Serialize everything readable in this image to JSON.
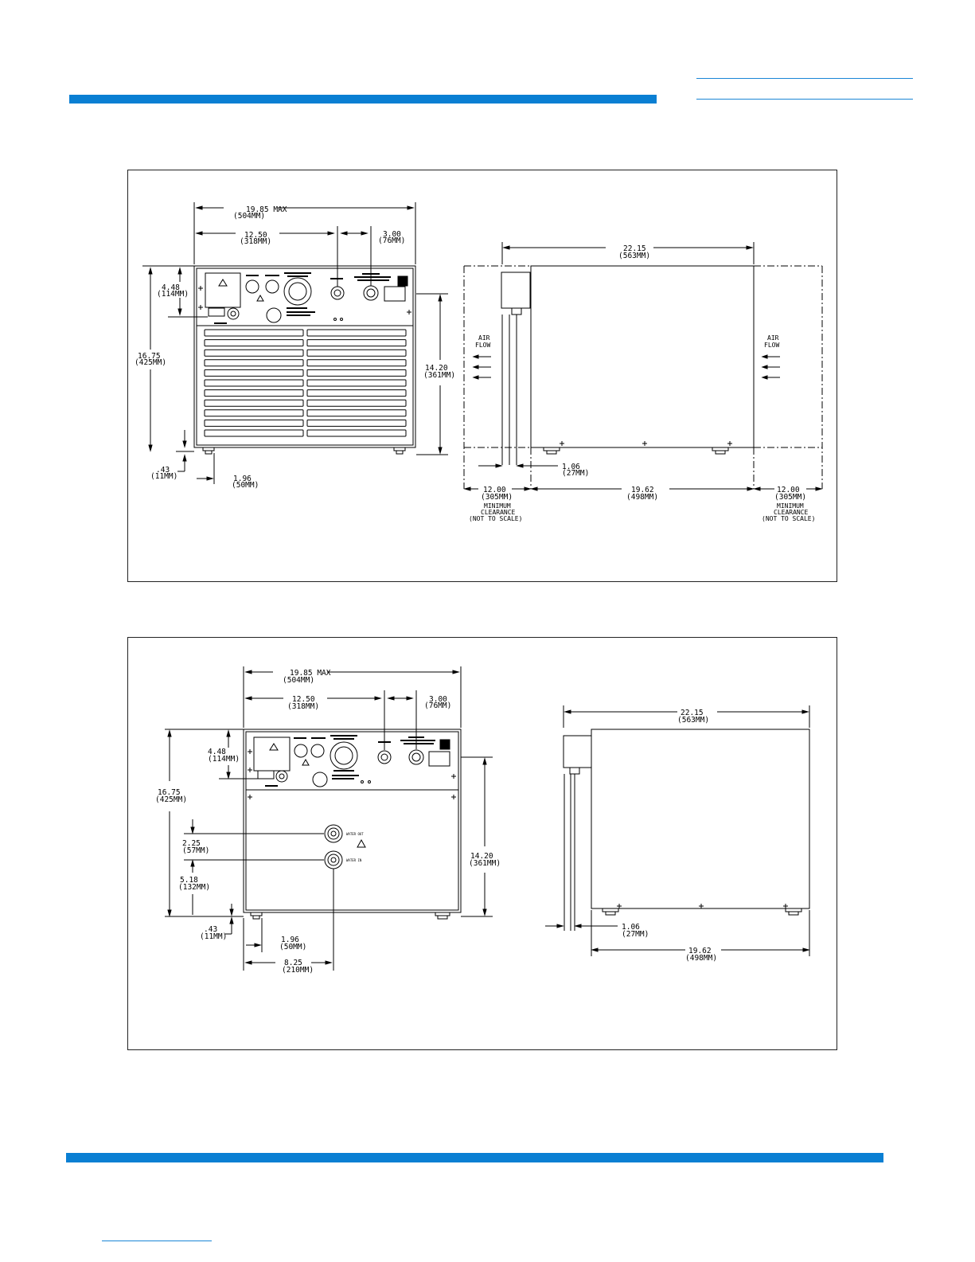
{
  "colors": {
    "accent": "#0a7fd3",
    "line": "#000000"
  },
  "fig1": {
    "front": {
      "width": "19.85 MAX",
      "width_mm": "(504MM)",
      "w2": "12.50",
      "w2_mm": "(318MM)",
      "w3": "3.00",
      "w3_mm": "(76MM)",
      "h1": "4.48",
      "h1_mm": "(114MM)",
      "h2": "16.75",
      "h2_mm": "(425MM)",
      "h3": "14.20",
      "h3_mm": "(361MM)",
      "foot": ".43",
      "foot_mm": "(11MM)",
      "edge": "1.96",
      "edge_mm": "(50MM)"
    },
    "side": {
      "len": "22.15",
      "len_mm": "(563MM)",
      "off": "1.06",
      "off_mm": "(27MM)",
      "body": "19.62",
      "body_mm": "(498MM)",
      "clear": "12.00",
      "clear_mm": "(305MM)",
      "clear_label": [
        "MINIMUM",
        "CLEARANCE",
        "(NOT TO SCALE)"
      ],
      "air": [
        "AIR",
        "FLOW"
      ]
    }
  },
  "fig2": {
    "front": {
      "width": "19.85 MAX",
      "width_mm": "(504MM)",
      "w2": "12.50",
      "w2_mm": "(318MM)",
      "w3": "3.00",
      "w3_mm": "(76MM)",
      "h1": "4.48",
      "h1_mm": "(114MM)",
      "h2": "16.75",
      "h2_mm": "(425MM)",
      "h3": "14.20",
      "h3_mm": "(361MM)",
      "p1": "2.25",
      "p1_mm": "(57MM)",
      "p2": "5.18",
      "p2_mm": "(132MM)",
      "foot": ".43",
      "foot_mm": "(11MM)",
      "edge": "1.96",
      "edge_mm": "(50MM)",
      "port": "8.25",
      "port_mm": "(210MM)",
      "water_out": "WATER OUT",
      "water_in": "WATER IN"
    },
    "side": {
      "len": "22.15",
      "len_mm": "(563MM)",
      "off": "1.06",
      "off_mm": "(27MM)",
      "body": "19.62",
      "body_mm": "(498MM)"
    }
  }
}
